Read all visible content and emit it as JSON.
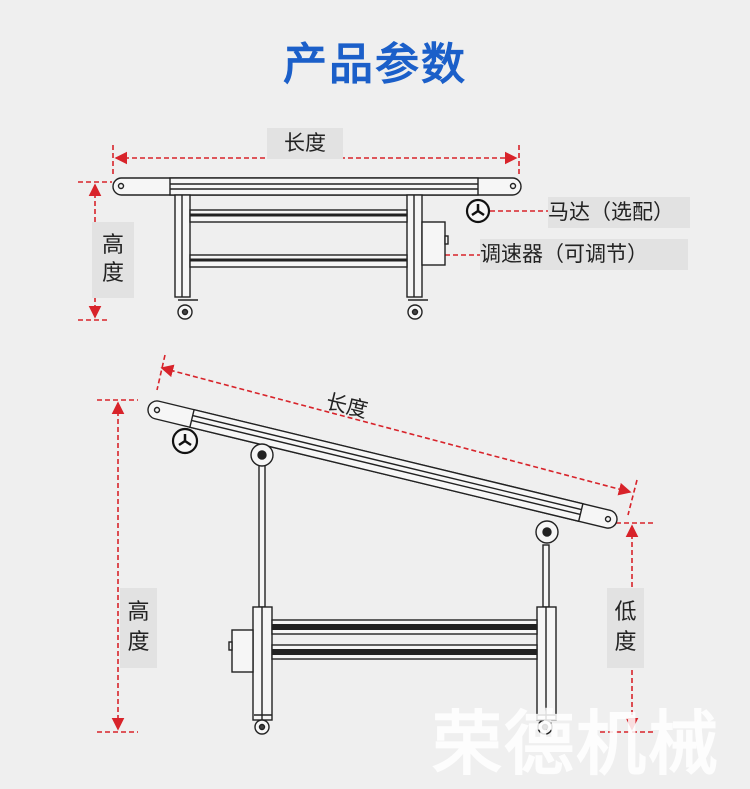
{
  "title": "产品参数",
  "top_view": {
    "length_label": "长度",
    "height_label": "高度",
    "motor_label": "马达（选配）",
    "speed_controller_label": "调速器（可调节）"
  },
  "inclined_view": {
    "length_label": "长度",
    "high_label": "高度",
    "low_label": "低度"
  },
  "watermark": "荣德机械",
  "colors": {
    "title": "#1b5fc9",
    "dimension": "#d8232a",
    "frame": "#222222"
  }
}
